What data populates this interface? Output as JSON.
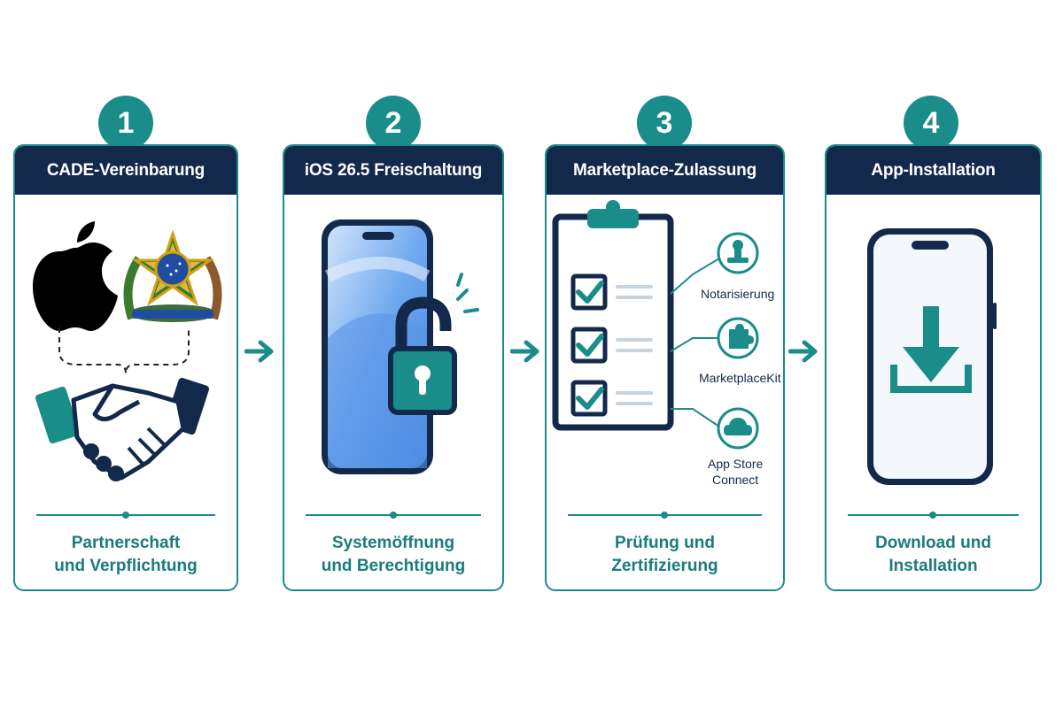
{
  "steps": [
    {
      "number": "1",
      "title": "CADE-Vereinbarung",
      "caption_line1": "Partnerschaft",
      "caption_line2": "und Verpflichtung"
    },
    {
      "number": "2",
      "title": "iOS 26.5 Freischaltung",
      "caption_line1": "Systemöffnung",
      "caption_line2": "und Berechtigung"
    },
    {
      "number": "3",
      "title": "Marketplace-Zulassung",
      "caption_line1": "Prüfung und",
      "caption_line2": "Zertifizierung",
      "side_items": [
        {
          "label": "Notarisierung",
          "icon": "stamp-icon"
        },
        {
          "label": "MarketplaceKit",
          "icon": "puzzle-icon"
        },
        {
          "label_line1": "App Store",
          "label_line2": "Connect",
          "icon": "cloud-icon"
        }
      ]
    },
    {
      "number": "4",
      "title": "App-Installation",
      "caption_line1": "Download und",
      "caption_line2": "Installation"
    }
  ],
  "colors": {
    "teal": "#1a8c8a",
    "navy": "#13294b",
    "white": "#ffffff"
  }
}
